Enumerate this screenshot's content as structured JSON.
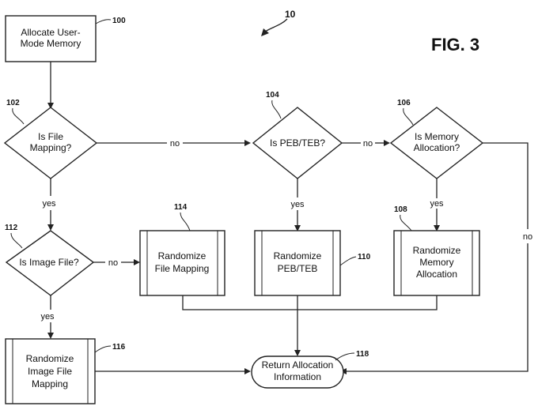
{
  "figure": {
    "title": "FIG. 3",
    "ref": "10"
  },
  "nodes": {
    "n100": {
      "lines": [
        "Allocate User-",
        "Mode Memory"
      ],
      "ref": "100"
    },
    "n102": {
      "lines": [
        "Is File",
        "Mapping?"
      ],
      "ref": "102"
    },
    "n104": {
      "lines": [
        "Is PEB/TEB?"
      ],
      "ref": "104"
    },
    "n106": {
      "lines": [
        "Is Memory",
        "Allocation?"
      ],
      "ref": "106"
    },
    "n112": {
      "lines": [
        "Is Image File?"
      ],
      "ref": "112"
    },
    "n114": {
      "lines": [
        "Randomize",
        "File Mapping"
      ],
      "ref": "114"
    },
    "n110": {
      "lines": [
        "Randomize",
        "PEB/TEB"
      ],
      "ref": "110"
    },
    "n108": {
      "lines": [
        "Randomize",
        "Memory",
        "Allocation"
      ],
      "ref": "108"
    },
    "n116": {
      "lines": [
        "Randomize",
        "Image File",
        "Mapping"
      ],
      "ref": "116"
    },
    "n118": {
      "lines": [
        "Return Allocation",
        "Information"
      ],
      "ref": "118"
    }
  },
  "edge_labels": {
    "e102_104": "no",
    "e104_106": "no",
    "e106_118": "no",
    "e112_114": "no",
    "e102_112": "yes",
    "e104_110": "yes",
    "e106_108": "yes",
    "e112_116": "yes"
  }
}
